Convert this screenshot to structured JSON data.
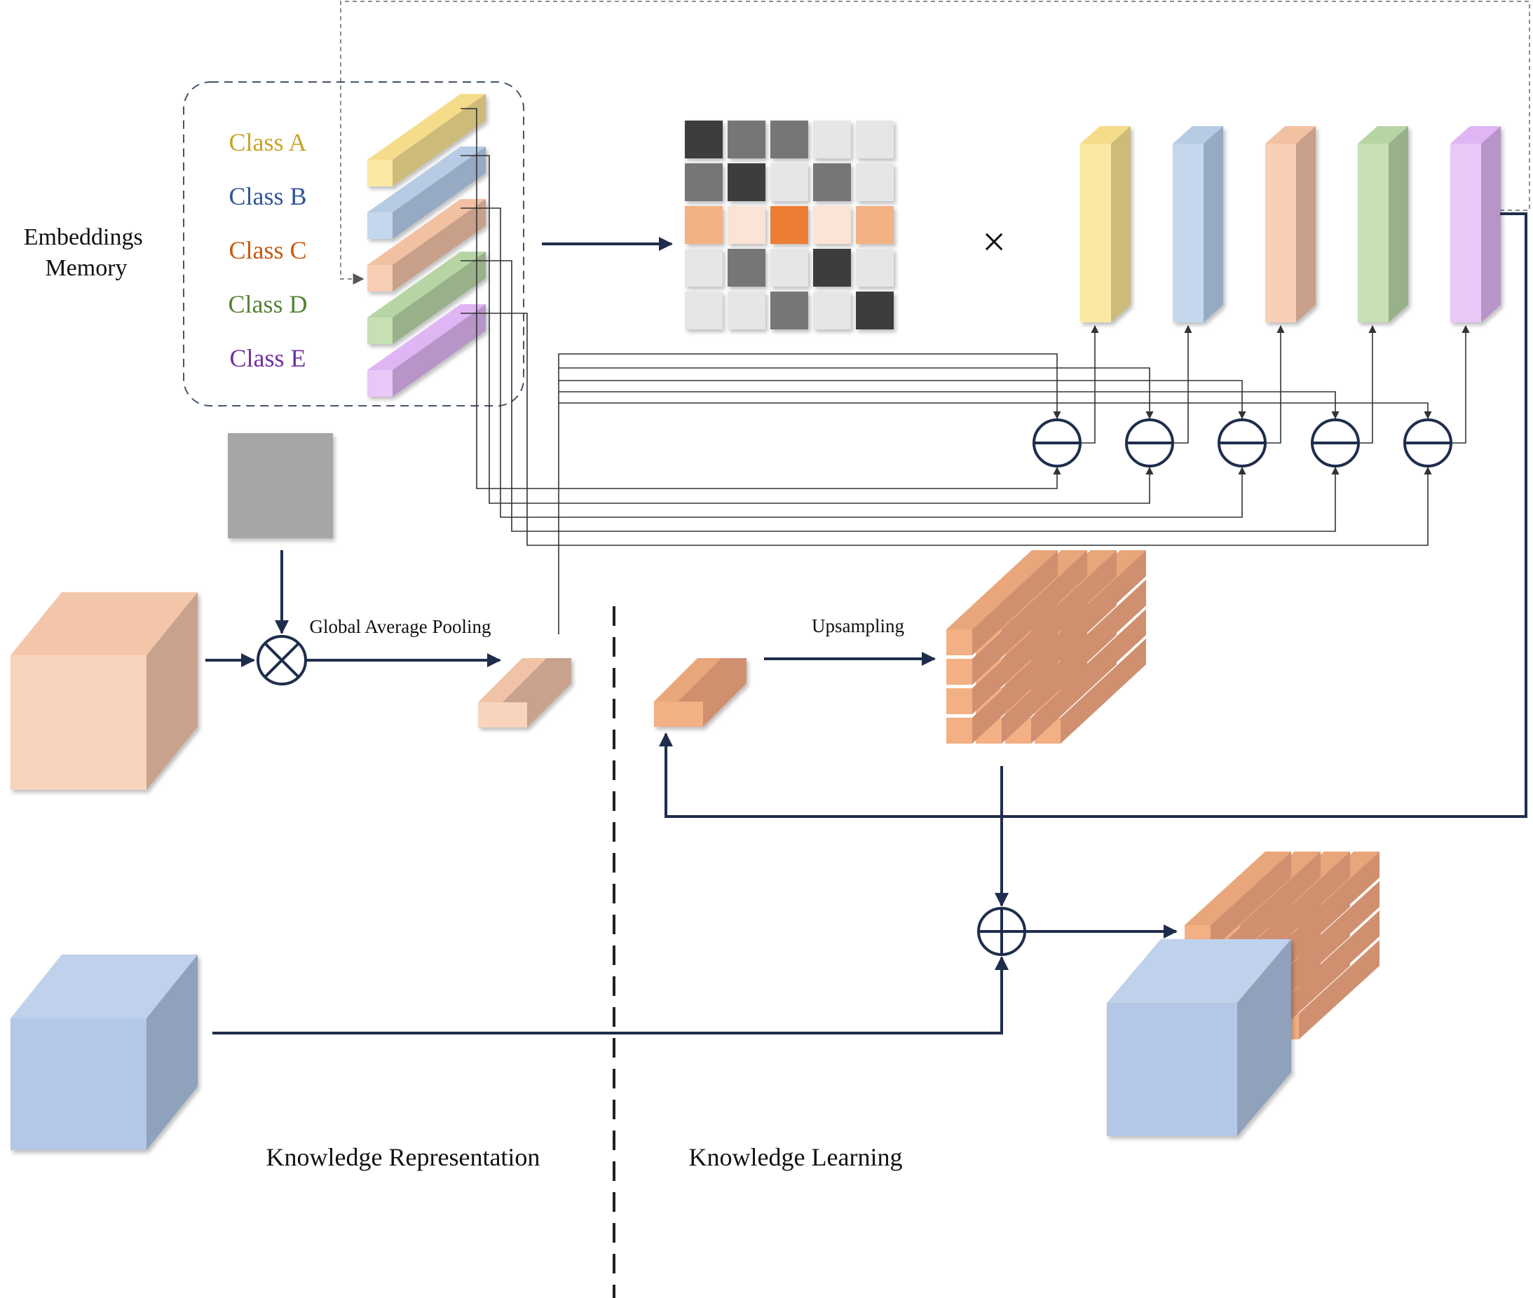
{
  "memory": {
    "label_line1": "Embeddings",
    "label_line2": "Memory",
    "classes": [
      {
        "name": "Class A",
        "text_color": "#c9a227",
        "front": "#fbe9a3",
        "top": "#f5dc8a",
        "side": "#cdbb7a"
      },
      {
        "name": "Class B",
        "text_color": "#2f5597",
        "front": "#c5d7ec",
        "top": "#b7cce4",
        "side": "#97aac4"
      },
      {
        "name": "Class C",
        "text_color": "#c55a11",
        "front": "#f8cfb4",
        "top": "#f2c1a2",
        "side": "#c8a08a"
      },
      {
        "name": "Class D",
        "text_color": "#548235",
        "front": "#c6e0b4",
        "top": "#b7d5a4",
        "side": "#98b18a"
      },
      {
        "name": "Class E",
        "text_color": "#7030a0",
        "front": "#e9c8f7",
        "top": "#dfb6f3",
        "side": "#b795c8"
      }
    ]
  },
  "similarity_matrix": [
    [
      "#3c3c3c",
      "#777575",
      "#777575",
      "#e6e6e6",
      "#e6e6e6"
    ],
    [
      "#777575",
      "#3c3c3c",
      "#e6e6e6",
      "#777575",
      "#e6e6e6"
    ],
    [
      "#f4b183",
      "#fbe3d6",
      "#ed7d31",
      "#fbe3d6",
      "#f4b183"
    ],
    [
      "#e6e6e6",
      "#777575",
      "#e6e6e6",
      "#3c3c3c",
      "#e6e6e6"
    ],
    [
      "#e6e6e6",
      "#e6e6e6",
      "#777575",
      "#e6e6e6",
      "#3c3c3c"
    ]
  ],
  "multiply_symbol": "×",
  "labels": {
    "gap": "Global Average Pooling",
    "upsampling": "Upsampling",
    "knowledge_representation": "Knowledge Representation",
    "knowledge_learning": "Knowledge Learning"
  },
  "colors": {
    "arrow": "#1f2d4d",
    "peach_front": "#f8d4bd",
    "peach_side": "#c8a28c",
    "orange_front": "#f3b084",
    "orange_side": "#d09070",
    "blue_front": "#b4c7e7",
    "blue_side": "#8fa1bb",
    "gray_square": "#a6a6a6"
  }
}
